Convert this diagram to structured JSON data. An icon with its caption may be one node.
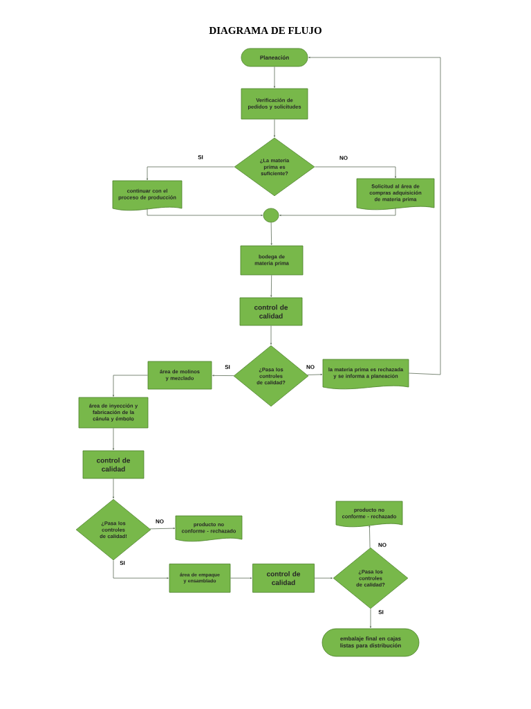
{
  "diagram": {
    "title": "DIAGRAMA DE FLUJO",
    "nodes": [
      {
        "text": [
          "Planeación"
        ]
      },
      {
        "text": [
          "Verificación de pedidos y solicitudes"
        ]
      },
      {
        "text": [
          "¿La materia prima es suficiente?"
        ]
      },
      {
        "text": [
          "continuar con el proceso de producción"
        ]
      },
      {
        "text": [
          "Solicitud al área de compras adquisición de materia prima"
        ]
      },
      {
        "text": [],
        "shape": "circle"
      },
      {
        "text": [
          "bodega de materia prima"
        ]
      },
      {
        "text": [
          "control de calidad"
        ]
      },
      {
        "text": [
          "¿Pasa los controles de calidad?"
        ]
      },
      {
        "text": [
          "área de molinos y mezclado"
        ]
      },
      {
        "text": [
          "la materia prima es rechazada y se informa a planeación"
        ]
      },
      {
        "text": [
          "área de inyección y fabricación de la cánula y émbolo"
        ]
      },
      {
        "text": [
          "control de calidad"
        ]
      },
      {
        "text": [
          "¿Pasa los controles de calidad!"
        ]
      },
      {
        "text": [
          "producto no conforme - rechazado"
        ]
      },
      {
        "text": [
          "área de empaque y ensamblado"
        ]
      },
      {
        "text": [
          "control de calidad"
        ]
      },
      {
        "text": [
          "¿Pasa los controles de calidad?"
        ]
      },
      {
        "text": [
          "producto no conforme - rechazado"
        ]
      },
      {
        "text": [
          "embalaje final en cajas listas para distribución"
        ]
      }
    ],
    "edges": [
      {
        "from": 0,
        "to": 1,
        "arrow": "to"
      },
      {
        "from": 1,
        "to": 2,
        "arrow": "to"
      },
      {
        "from": 2,
        "to": 3,
        "arrow": "to",
        "label": "SI"
      },
      {
        "from": 2,
        "to": 4,
        "arrow": "to",
        "label": "NO"
      },
      {
        "from": 3,
        "to": 5,
        "arrow": "to"
      },
      {
        "from": 4,
        "to": 5,
        "arrow": "to"
      },
      {
        "from": 5,
        "to": 6,
        "arrow": "to"
      },
      {
        "from": 6,
        "to": 7,
        "arrow": "to"
      },
      {
        "from": 7,
        "to": 8,
        "arrow": "to"
      },
      {
        "from": 8,
        "to": 9,
        "arrow": "to",
        "label": "SI"
      },
      {
        "from": 8,
        "to": 10,
        "arrow": "to",
        "label": "NO"
      },
      {
        "from": 10,
        "to": 0,
        "arrow": "to"
      },
      {
        "from": 9,
        "to": 11,
        "arrow": "to"
      },
      {
        "from": 11,
        "to": 12,
        "arrow": "to"
      },
      {
        "from": 12,
        "to": 13,
        "arrow": "to"
      },
      {
        "from": 13,
        "to": 14,
        "arrow": "to",
        "label": "NO"
      },
      {
        "from": 13,
        "to": 15,
        "arrow": "to",
        "label": "SI"
      },
      {
        "from": 15,
        "to": 16,
        "arrow": "to"
      },
      {
        "from": 16,
        "to": 17,
        "arrow": "to"
      },
      {
        "from": 17,
        "to": 18,
        "arrow": "to",
        "label": "NO"
      },
      {
        "from": 17,
        "to": 19,
        "arrow": "to",
        "label": "SI"
      }
    ]
  }
}
